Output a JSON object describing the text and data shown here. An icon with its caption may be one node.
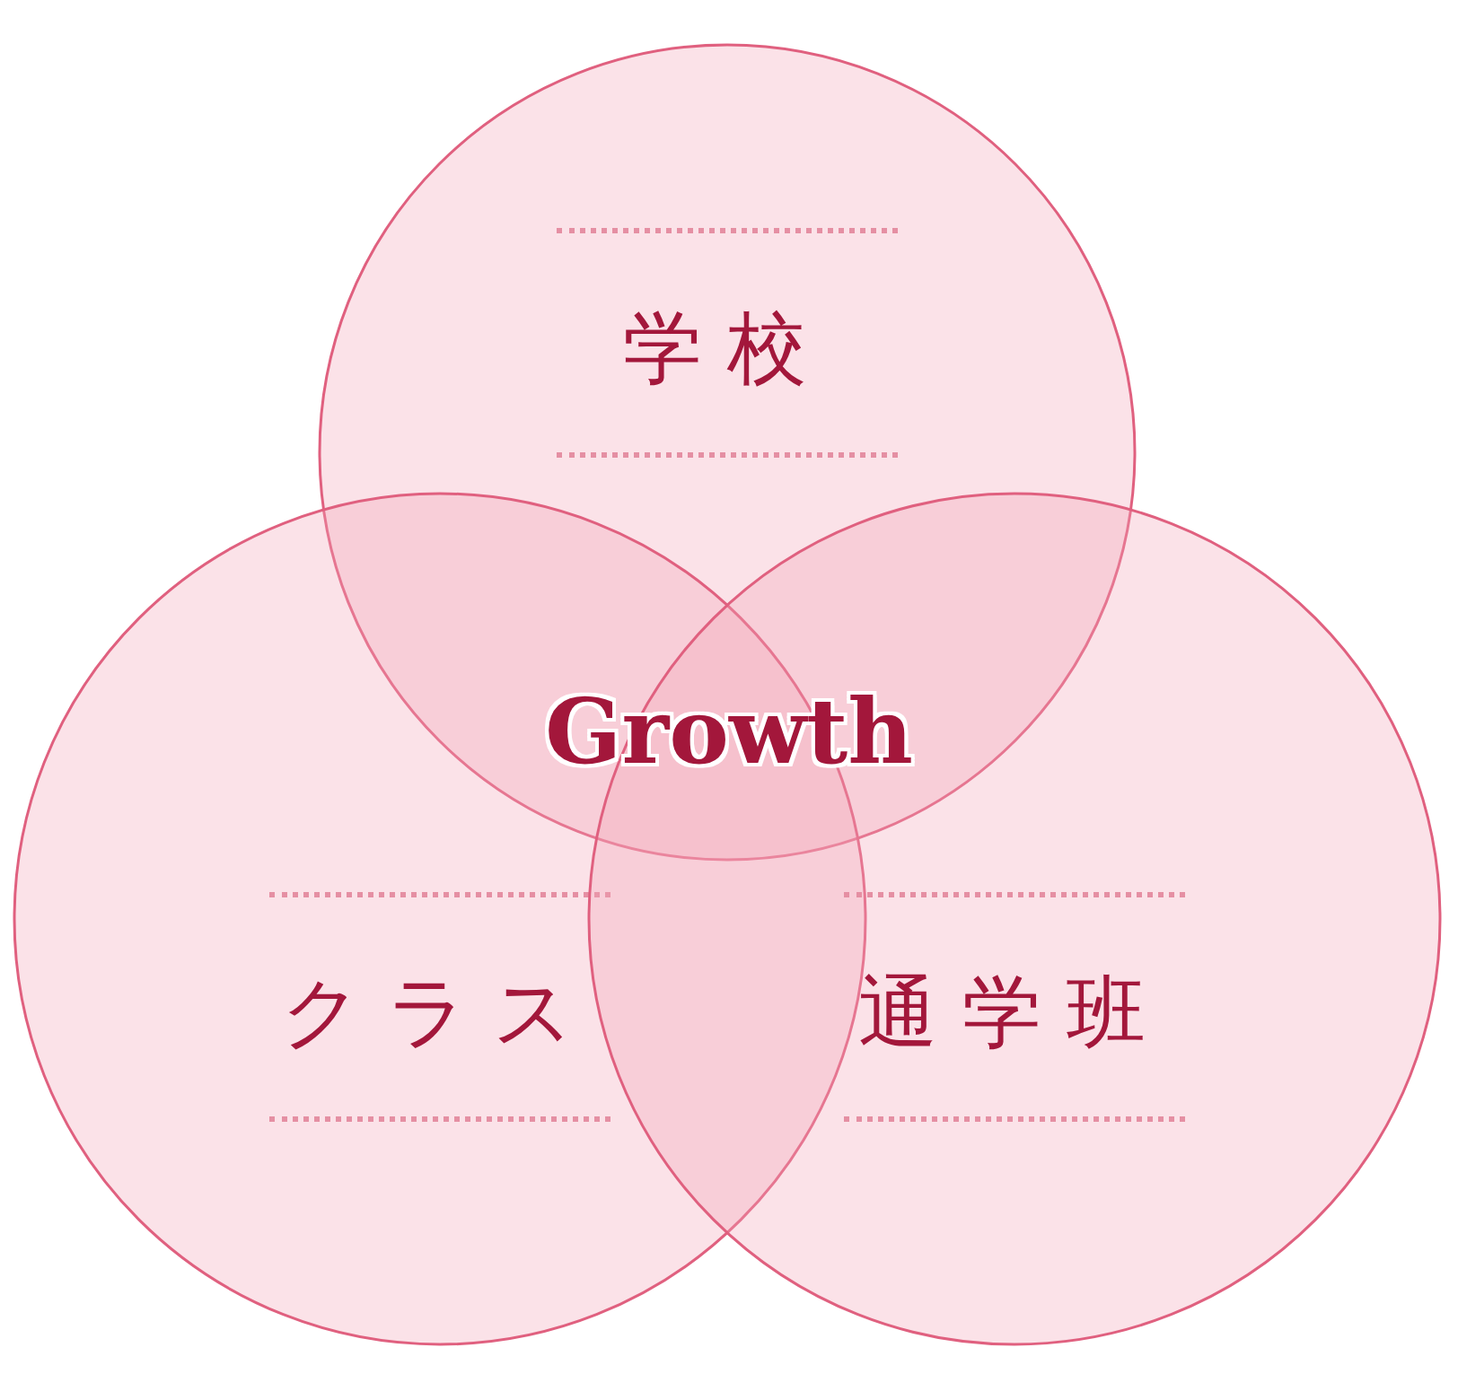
{
  "diagram": {
    "nodes": [
      {
        "text": [
          "学校"
        ]
      },
      {
        "text": [
          "クラス"
        ]
      },
      {
        "text": [
          "通学班"
        ]
      }
    ],
    "labels": [
      "Growth"
    ]
  }
}
